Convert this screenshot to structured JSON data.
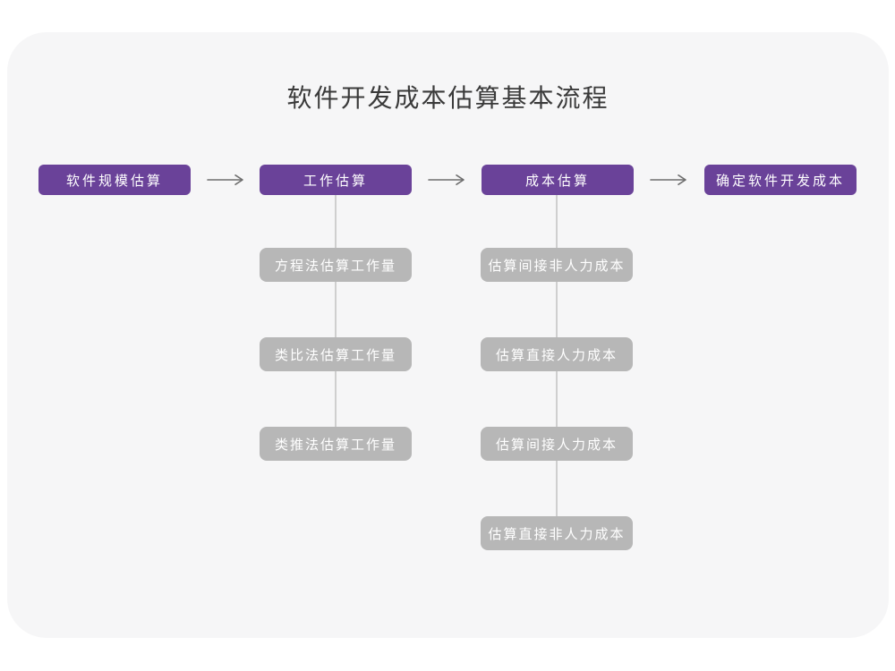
{
  "title": "软件开发成本估算基本流程",
  "colors": {
    "page_bg": "#ffffff",
    "card_bg": "#f6f6f7",
    "accent_purple": "#6a4299",
    "sub_gray": "#b7b7b7",
    "connector": "#cfcfcf",
    "arrow": "#6e6e6e",
    "title_text": "#3a3a3a",
    "box_text": "#ffffff"
  },
  "flow": {
    "main_steps": [
      "软件规模估算",
      "工作估算",
      "成本估算",
      "确定软件开发成本"
    ],
    "work_estimation_methods": [
      "方程法估算工作量",
      "类比法估算工作量",
      "类推法估算工作量"
    ],
    "cost_estimation_items": [
      "估算间接非人力成本",
      "估算直接人力成本",
      "估算间接人力成本",
      "估算直接非人力成本"
    ]
  }
}
